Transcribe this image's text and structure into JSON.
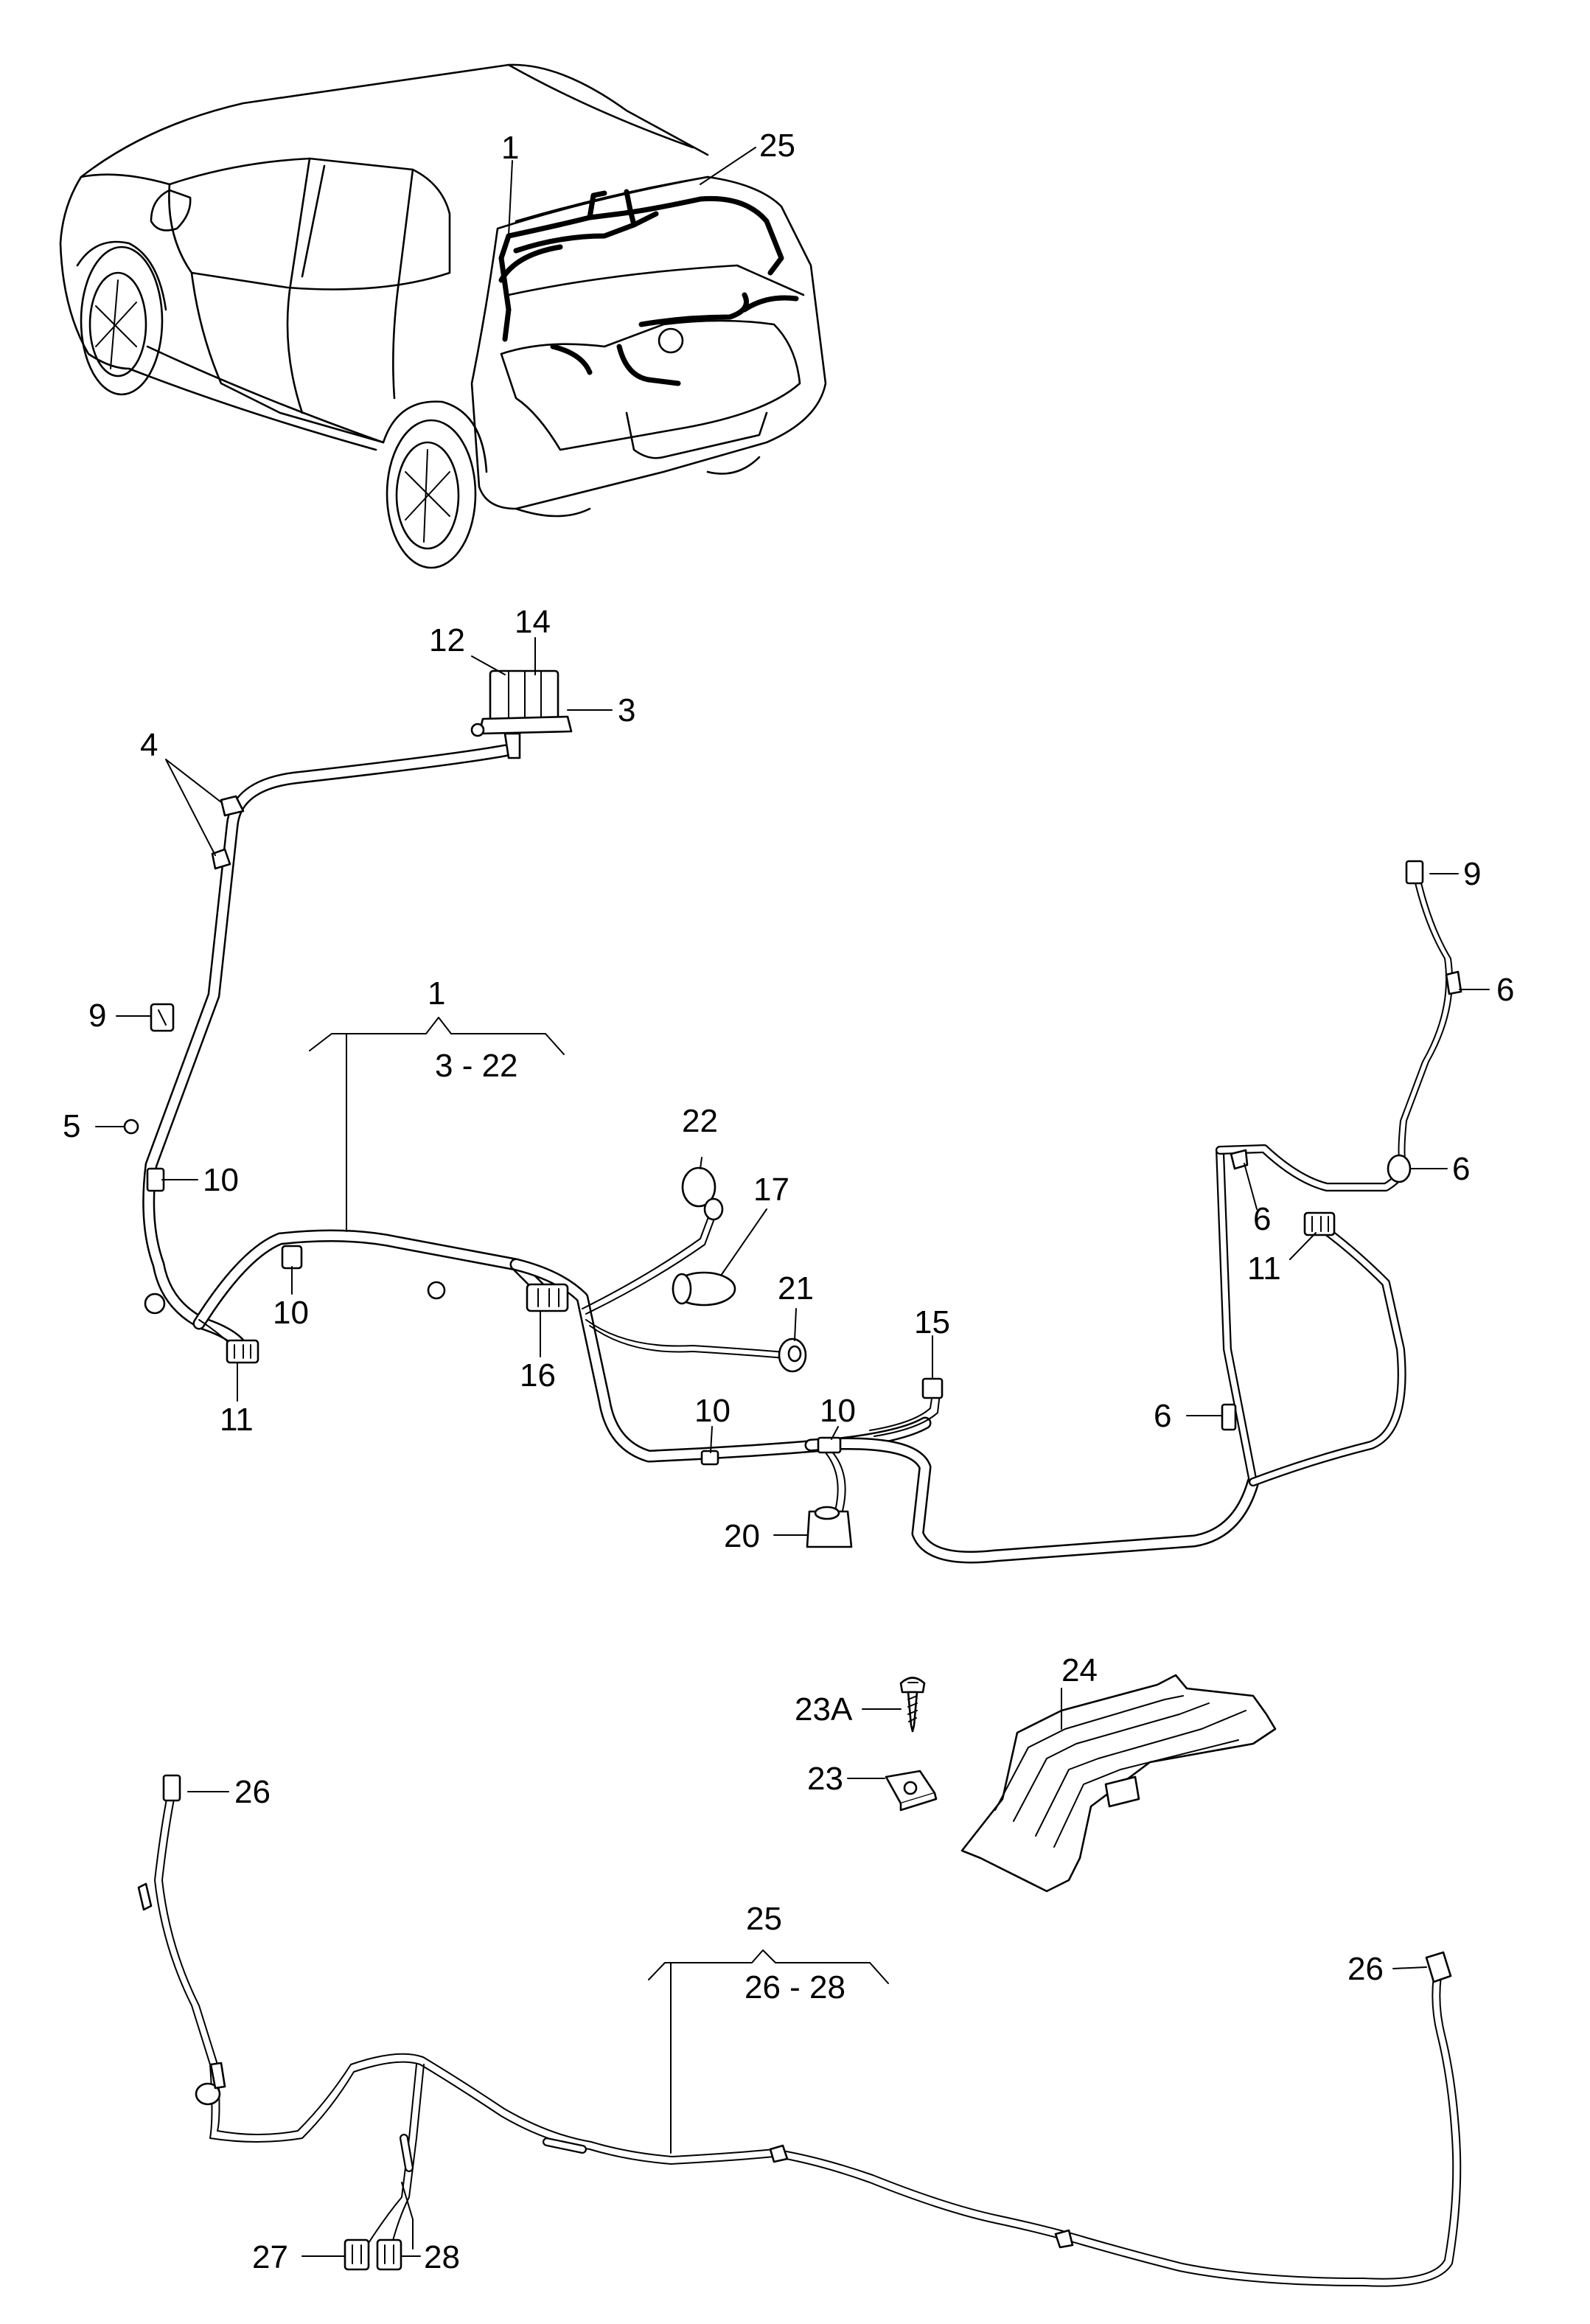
{
  "labels": {
    "p1_car": "1",
    "p25_car": "25",
    "p12": "12",
    "p14": "14",
    "p3": "3",
    "p4": "4",
    "p9_left": "9",
    "p5": "5",
    "p10_a": "10",
    "p10_b": "10",
    "p11_left": "11",
    "group1_num": "1",
    "group1_range": "3 - 22",
    "p22": "22",
    "p17": "17",
    "p21": "21",
    "p16": "16",
    "p15": "15",
    "p10_c": "10",
    "p10_d": "10",
    "p20": "20",
    "p9_right": "9",
    "p6_a": "6",
    "p6_b": "6",
    "p6_c": "6",
    "p11_right": "11",
    "p6_d": "6",
    "p24": "24",
    "p23A": "23A",
    "p23": "23",
    "p26_left": "26",
    "group25_num": "25",
    "group25_range": "26 - 28",
    "p26_right": "26",
    "p27": "27",
    "p28": "28"
  }
}
